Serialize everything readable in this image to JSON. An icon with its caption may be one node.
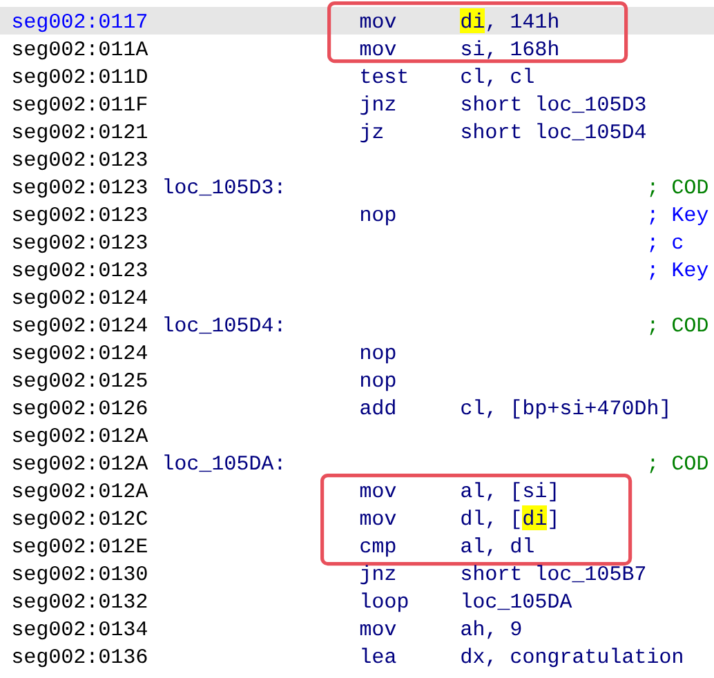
{
  "diagram": {
    "nodes": [
      {
        "text": [
          "mov",
          "di, 141h",
          "mov",
          "si, 168h"
        ]
      },
      {
        "text": [
          "mov",
          "al, [si]",
          "mov",
          "dl, [di]",
          "cmp",
          "al, dl"
        ]
      }
    ],
    "labels": [
      "seg002:0117",
      "seg002:011A",
      "seg002:011D",
      "test",
      "cl, cl",
      "seg002:011F",
      "jnz",
      "short loc_105D3",
      "seg002:0121",
      "jz",
      "short loc_105D4",
      "seg002:0123",
      "seg002:0123",
      "loc_105D3:",
      "; COD",
      "seg002:0123",
      "nop",
      "; Key",
      "seg002:0123",
      "; c",
      "seg002:0123",
      "; Key",
      "seg002:0124",
      "seg002:0124",
      "loc_105D4:",
      "; COD",
      "seg002:0124",
      "nop",
      "seg002:0125",
      "nop",
      "seg002:0126",
      "add",
      "cl, [bp+si+470Dh]",
      "seg002:012A",
      "seg002:012A",
      "loc_105DA:",
      "; COD",
      "seg002:012A",
      "seg002:012C",
      "seg002:012E",
      "seg002:0130",
      "jnz",
      "short loc_105B7",
      "seg002:0132",
      "loop",
      "loc_105DA",
      "seg002:0134",
      "mov",
      "ah, 9",
      "seg002:0136",
      "lea",
      "dx, congratulation"
    ]
  }
}
